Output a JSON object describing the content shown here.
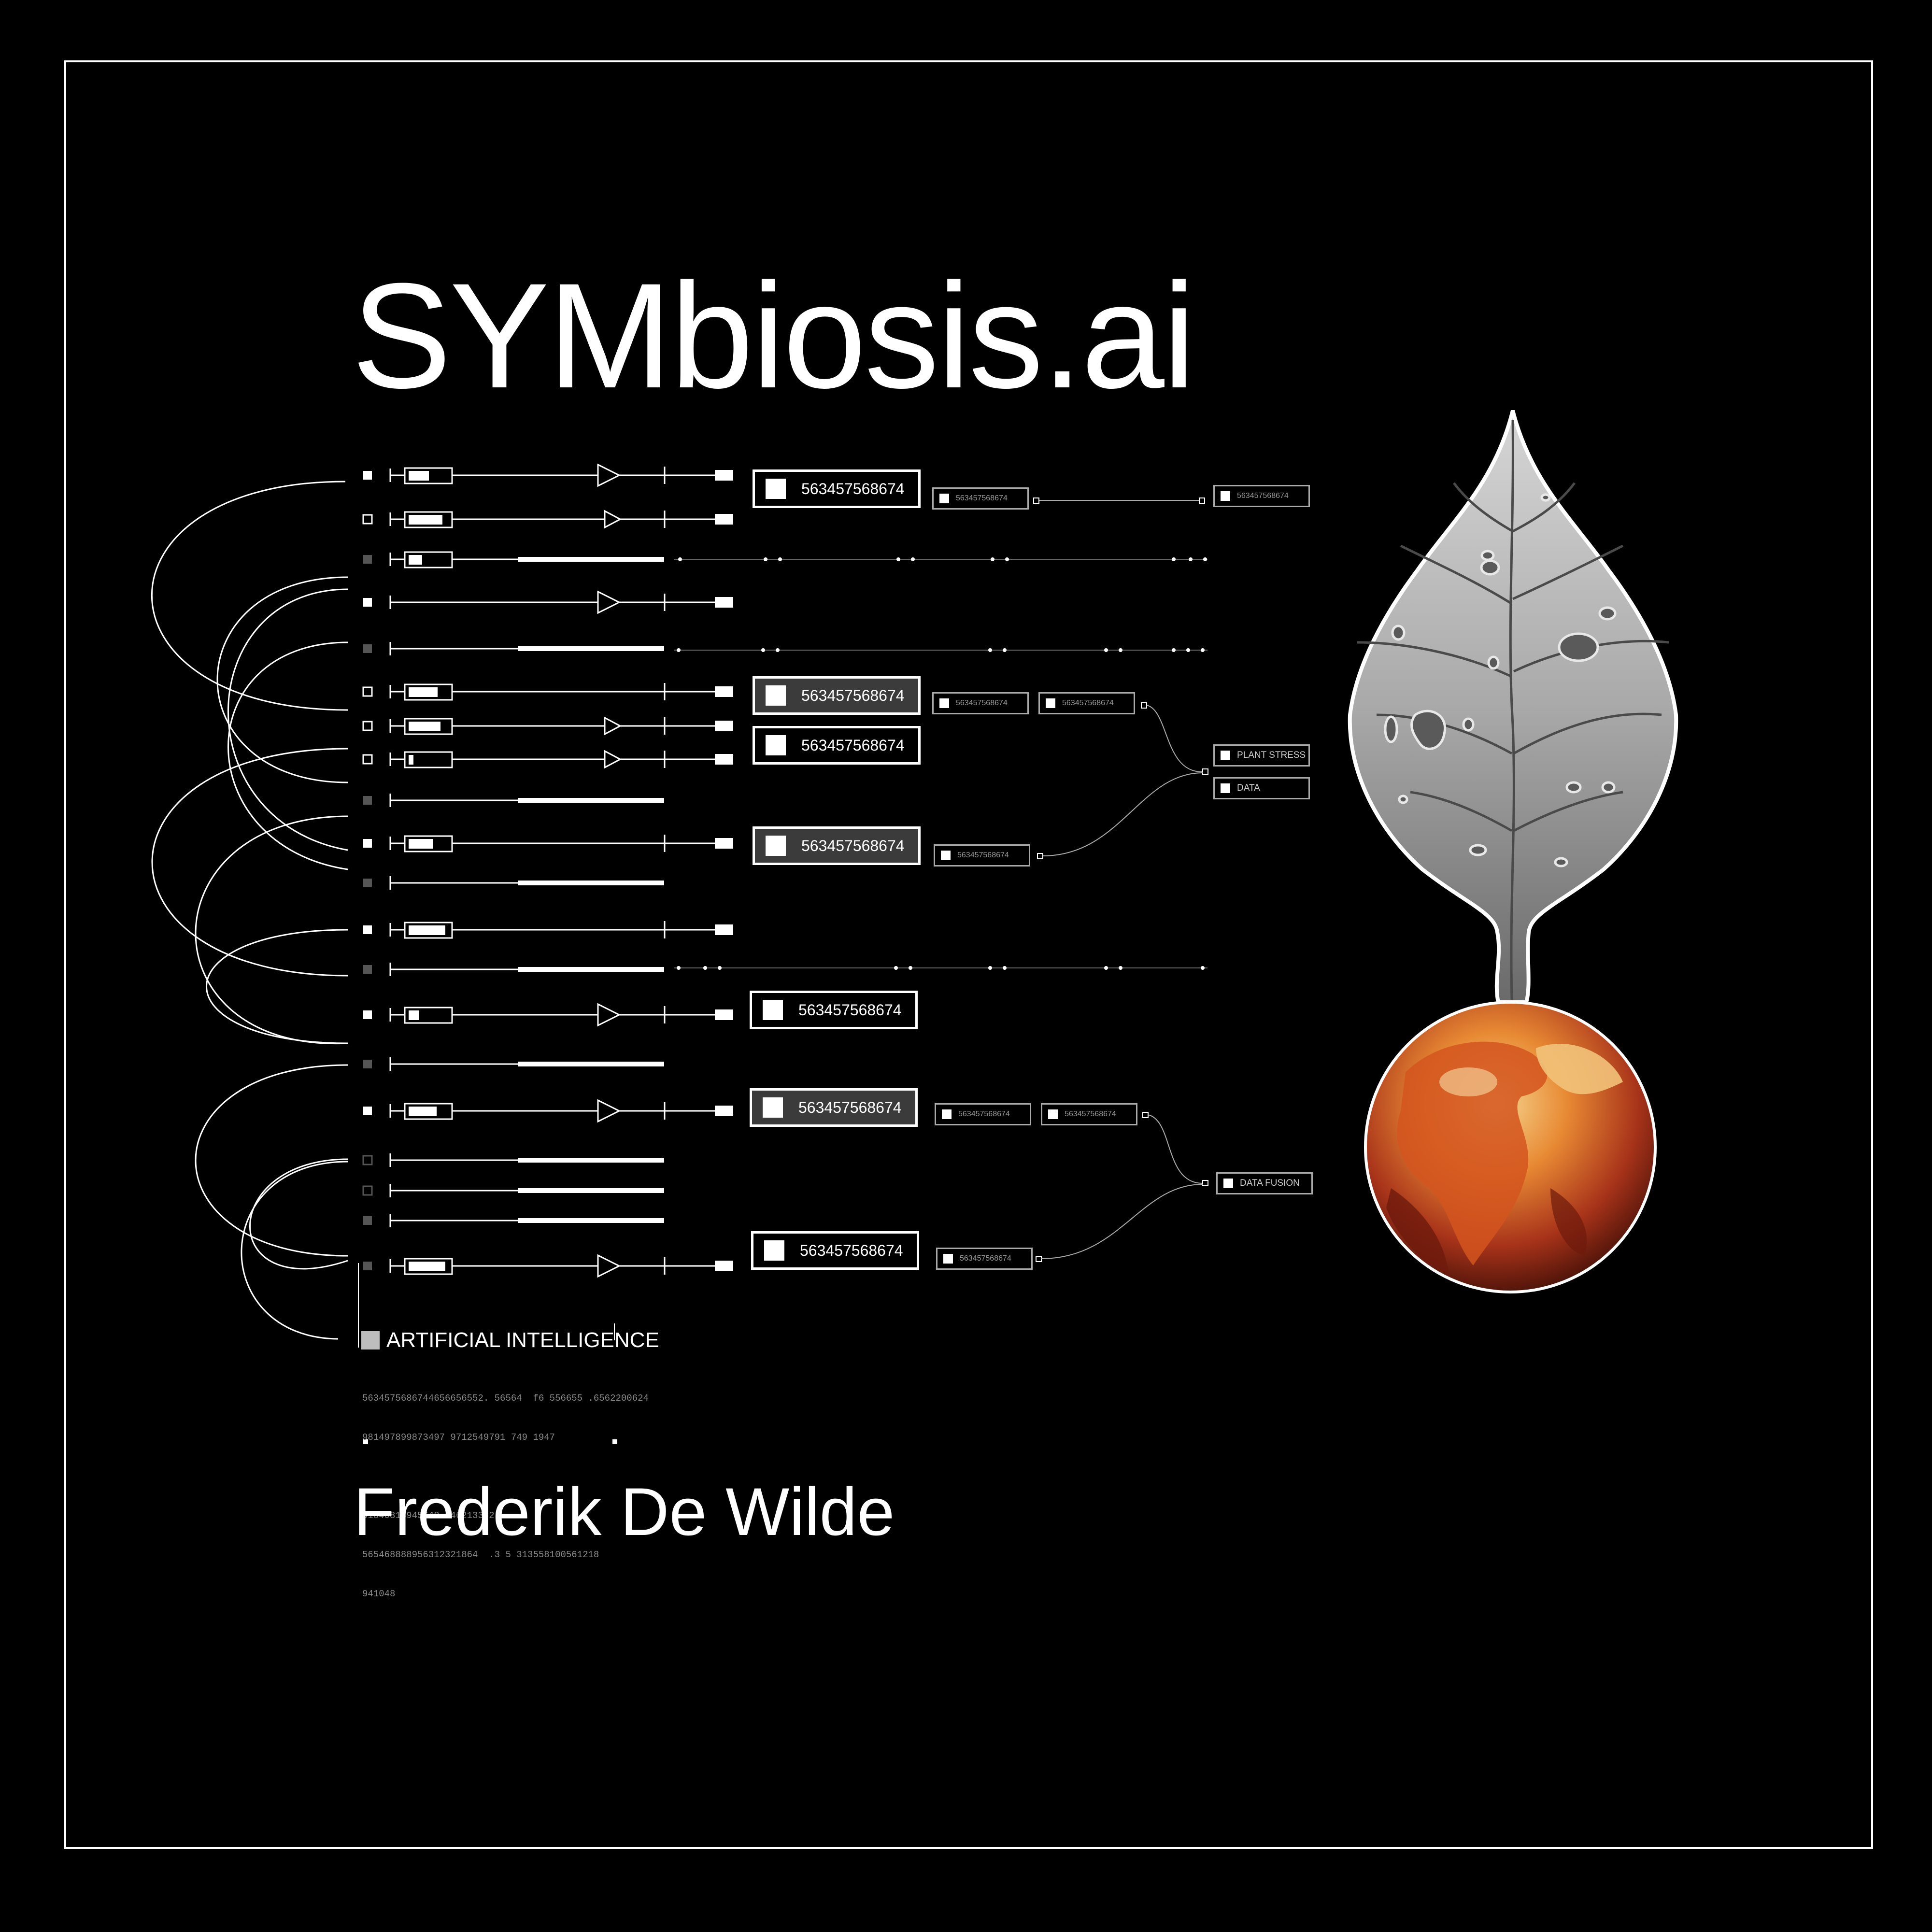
{
  "title": "SYMbiosis.ai",
  "author": "Frederik De Wilde",
  "ai_label": "ARTIFICIAL INTELLIGENCE",
  "code_lines_1": [
    "5634575686744656656552. 56564  f6 556655 .6562200624",
    "981497899873497 9712549791 749 1947"
  ],
  "code_lines_2": [
    "01840818945648 646213332",
    "565468888956312321864  .3 5 313558100561218",
    "941048"
  ],
  "boxes": {
    "large_1": "563457568674",
    "large_2": "563457568674",
    "large_3": "563457568674",
    "large_4": "563457568674",
    "large_5": "563457568674",
    "large_6": "563457568674",
    "large_7": "563457568674",
    "small_1": "563457568674",
    "small_2": "563457568674",
    "small_3": "563457568674",
    "small_4": "563457568674",
    "small_5": "563457568674",
    "small_6": "563457568674",
    "small_7": "563457568674",
    "small_8": "563457568674"
  },
  "tags": {
    "plant_stress": "PLANT STRESS",
    "data": "DATA",
    "data_fusion": "DATA FUSION"
  },
  "colors": {
    "background": "#000000",
    "foreground": "#ffffff",
    "leaf": "#8c8c8c",
    "earth": "#c8431a"
  }
}
